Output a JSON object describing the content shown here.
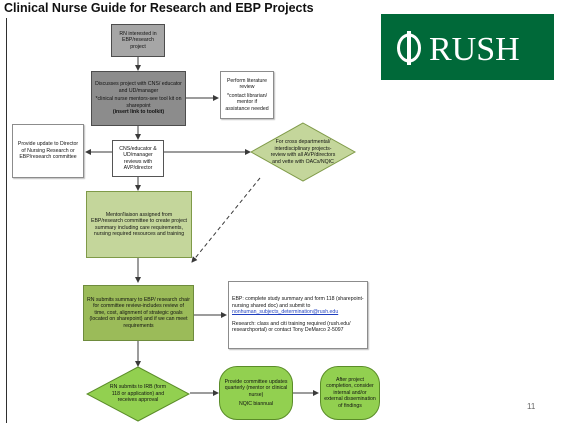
{
  "slide": {
    "title": "Clinical Nurse Guide for Research and EBP Projects",
    "page_number": "11"
  },
  "logo": {
    "text": "RUSH",
    "brand_color": "#006939"
  },
  "flowchart": {
    "start": "RN interested in EBP/research project",
    "discuss": {
      "line1": "Discusses project with CNS/ educator and UD/manager",
      "line2": "*clinical nurse mentors-see tool kit on sharepoint",
      "line3": "(insert link to toolkit)"
    },
    "lit_review": {
      "line1": "Perform literature review",
      "line2": "*contact librarian/ mentor if assistance needed"
    },
    "update": "Provide update to Director of Nursing Research or EBP/research committee",
    "cns_review": "CNS/educator & UD/manager reviews with AVP/director",
    "cross_dept": "For cross departmental/ interdisciplinary projects-review with all AVP/directors and vette with OACs/NQIC",
    "mentor": "Mentor/liaison assigned from EBP/research committee to create project summary including care requirements, nursing required resources and training",
    "summary": "RN submits summary to EBP/ research chair for committee review-includes review of time, cost, alignment of strategic goals (located on sharepoint) and if we can meet requirements",
    "ebp_info": {
      "line1": "EBP:  complete study summary and form 118 (sharepoint-nursing shared doc) and submit to",
      "link": "nonhuman_subjects_determination@rush.edu",
      "line2": "Research:  class and citi training required (rush.edu/ researchportal) or contact Tony DeMarco 2-5097"
    },
    "irb": "RN submits to IRB (form 118 or application) and receives approval",
    "updates": {
      "line1": "Provide committee updates quarterly (mentor or clinical nurse)",
      "line2": "NQIC biannual"
    },
    "dissemination": "After project completion, consider internal and/or external dissemination of findings"
  }
}
